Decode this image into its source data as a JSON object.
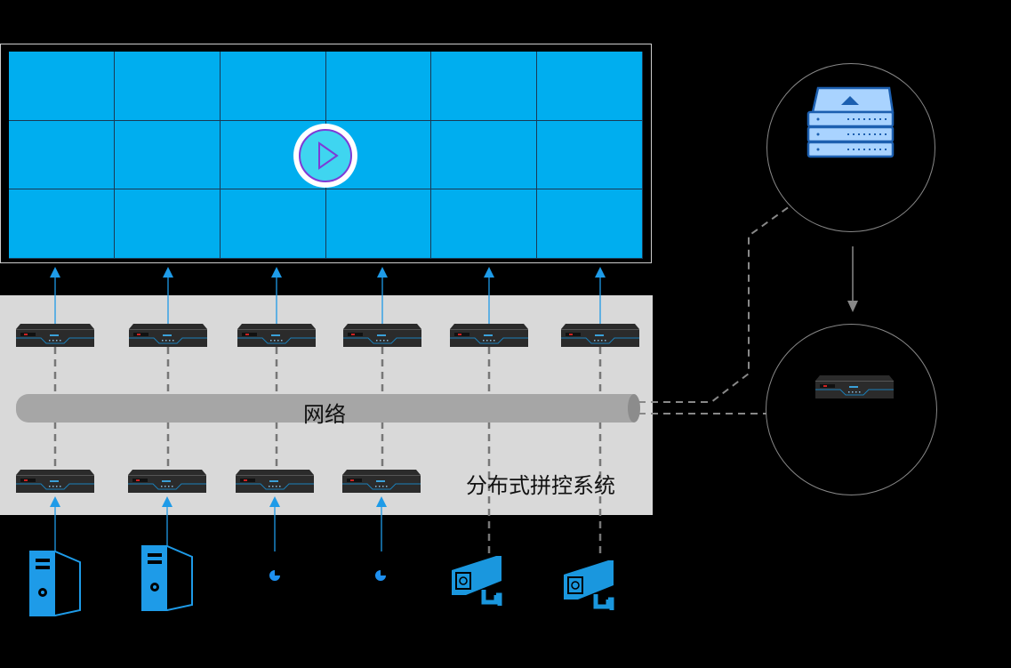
{
  "network_label": "网络",
  "system_label": "分布式拼控系统",
  "colors": {
    "screen": "#00aeef",
    "panel": "#d9d9d9",
    "pipe": "#a6a6a6",
    "arrow": "#1e9be8",
    "device": "#2b2b2b"
  },
  "wall": {
    "columns": 6,
    "rows": 3
  },
  "decoders": 6,
  "encoders": 4,
  "sources": [
    "pc-tower-icon",
    "pc-tower-icon",
    "camera-dome-icon",
    "camera-dome-icon",
    "cctv-camera-icon",
    "cctv-camera-icon"
  ]
}
